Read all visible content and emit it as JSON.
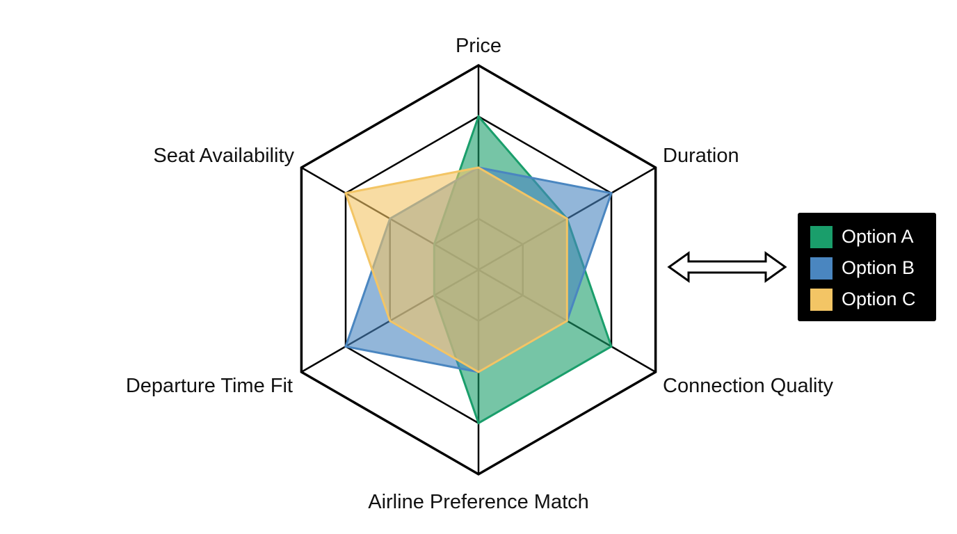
{
  "chart_data": {
    "type": "radar",
    "axes": [
      "Price",
      "Duration",
      "Connection Quality",
      "Airline Preference Match",
      "Departure Time Fit",
      "Seat Availability"
    ],
    "max": 4,
    "grid_levels": [
      1,
      2,
      3,
      4
    ],
    "series": [
      {
        "name": "Option A",
        "color": "#1a9e6b",
        "values": [
          3,
          2,
          3,
          3,
          1,
          1
        ]
      },
      {
        "name": "Option B",
        "color": "#4a86c0",
        "values": [
          2,
          3,
          2,
          2,
          3,
          2
        ]
      },
      {
        "name": "Option C",
        "color": "#f3c565",
        "values": [
          2,
          2,
          2,
          2,
          2,
          3
        ]
      }
    ],
    "legend_position": "right"
  },
  "legend": {
    "items": [
      {
        "label": "Option A",
        "color": "#1a9e6b"
      },
      {
        "label": "Option B",
        "color": "#4a86c0"
      },
      {
        "label": "Option C",
        "color": "#f3c565"
      }
    ]
  },
  "connector_icon": "double-arrow-icon"
}
